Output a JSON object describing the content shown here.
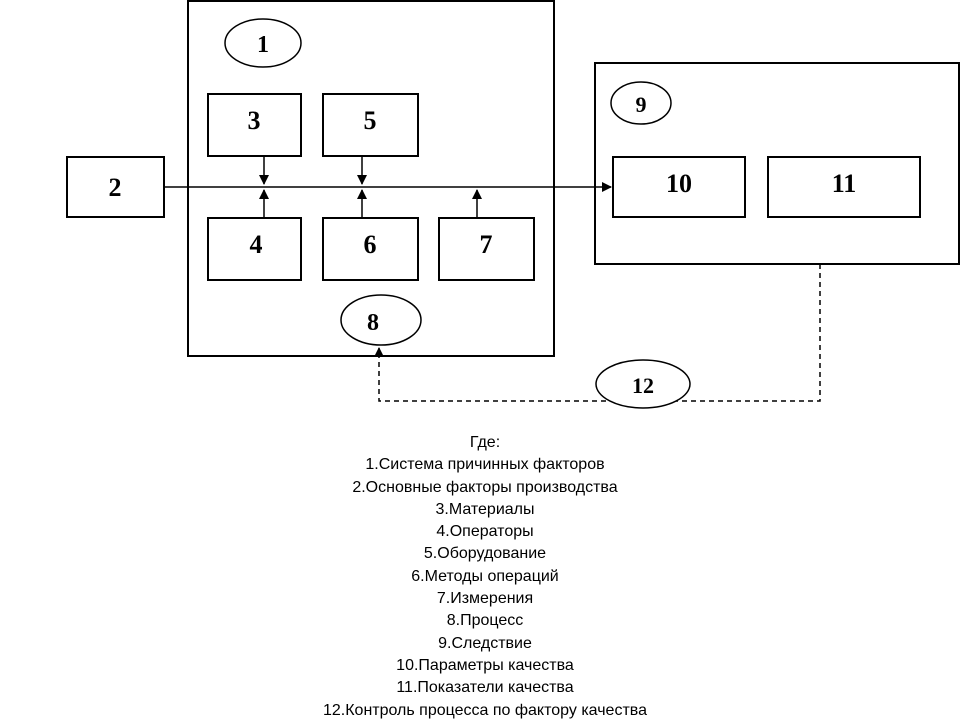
{
  "nodes": {
    "n1": "1",
    "n2": "2",
    "n3": "3",
    "n4": "4",
    "n5": "5",
    "n6": "6",
    "n7": "7",
    "n8": "8",
    "n9": "9",
    "n10": "10",
    "n11": "11",
    "n12": "12"
  },
  "legend": {
    "title": "Где:",
    "items": [
      "1.Система причинных факторов",
      "2.Основные факторы производства",
      "3.Материалы",
      "4.Операторы",
      "5.Оборудование",
      "6.Методы операций",
      "7.Измерения",
      "8.Процесс",
      "9.Следствие",
      "10.Параметры качества",
      "11.Показатели качества",
      "12.Контроль процесса по фактору качества"
    ]
  }
}
